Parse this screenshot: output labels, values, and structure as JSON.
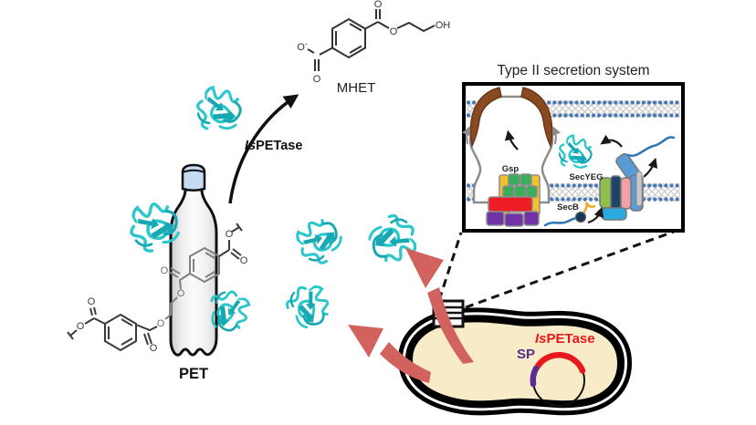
{
  "figure": {
    "product_label": "MHET",
    "substrate_label": "PET",
    "enzyme": {
      "prefix_italic": "Is",
      "suffix": "PETase"
    },
    "inset": {
      "title": "Type II secretion system",
      "gsp_label": "Gsp",
      "secyeg_label": "SecYEG",
      "secb_label": "SecB"
    },
    "plasmid": {
      "gene_prefix_italic": "Is",
      "gene_suffix": "PETase",
      "signal_peptide_label": "SP"
    },
    "atoms": {
      "o": "O",
      "oh": "OH",
      "minus": "-"
    }
  },
  "colors": {
    "enzyme_cyan": "#2BC7CC",
    "enzyme_teal": "#17A8B4",
    "secretion_arrow_red": "#D2625E",
    "gene_red": "#E8191C",
    "sp_purple": "#5B2D90",
    "cell_interior": "#F8ECC8",
    "bottle_cap_blue": "#C3DCF2",
    "membrane_bead_blue": "#4878B3",
    "secretin_brown": "#8A4A21",
    "gsp_green": "#3BAE5A",
    "gsp_red": "#EE1C25",
    "gsp_purple": "#7232A8",
    "gsp_yellow": "#F2C22E",
    "secyeg_green": "#8FBF4D",
    "secyeg_navy": "#1F4566",
    "secyeg_pink": "#F2A0A6",
    "secyeg_blue": "#5B9BD5",
    "secyeg_gray": "#C9C9C9",
    "secyeg_cyan": "#29ABE2",
    "secb_navy": "#17365D",
    "secb_orange": "#F5A623",
    "peptide_blue": "#2E75B6"
  }
}
